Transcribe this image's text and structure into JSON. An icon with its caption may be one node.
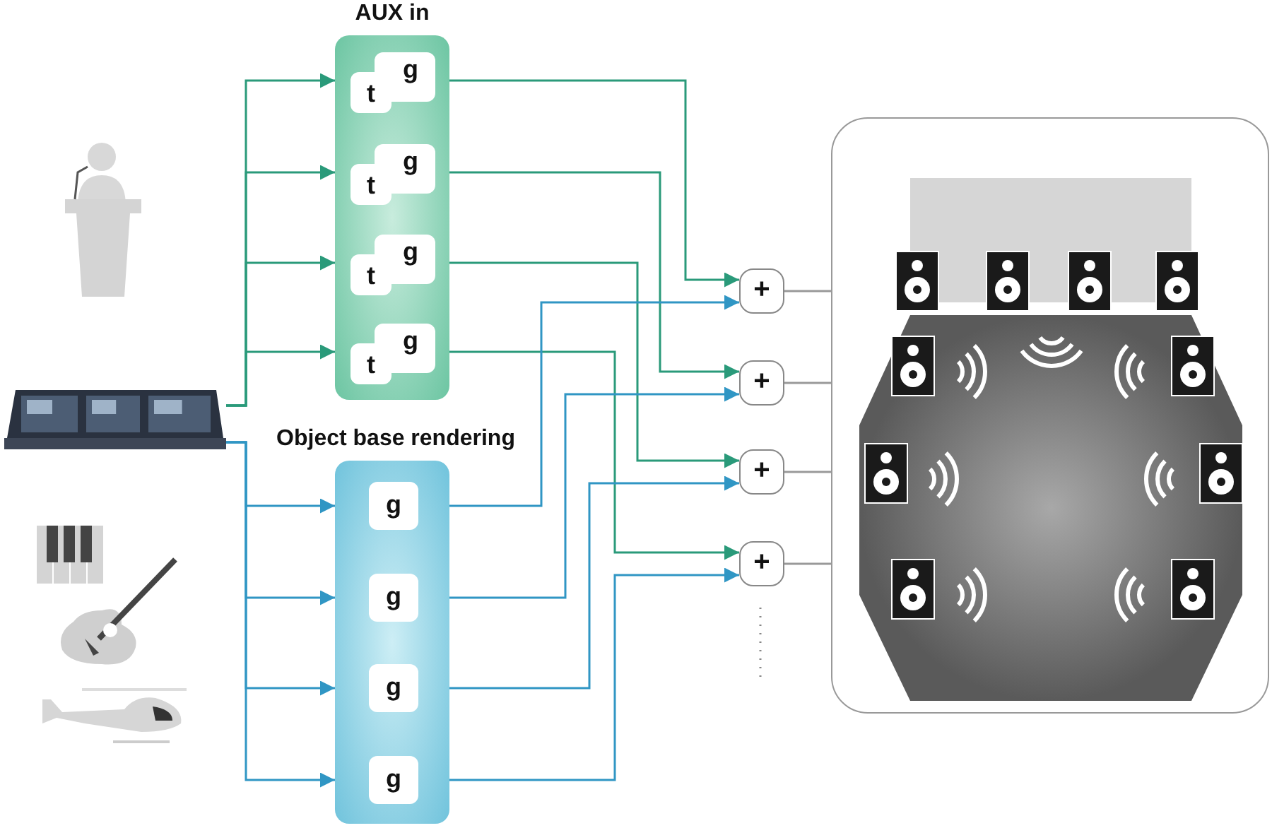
{
  "diagram": {
    "nodes": [
      {
        "text": [
          "AUX in"
        ]
      },
      {
        "text": [
          "t",
          "g"
        ],
        "in": 0
      },
      {
        "text": [
          "t",
          "g"
        ],
        "in": 0
      },
      {
        "text": [
          "t",
          "g"
        ],
        "in": 0
      },
      {
        "text": [
          "t",
          "g"
        ],
        "in": 0
      },
      {
        "text": [
          "Object base rendering"
        ]
      },
      {
        "text": [
          "g"
        ],
        "in": 5
      },
      {
        "text": [
          "g"
        ],
        "in": 5
      },
      {
        "text": [
          "g"
        ],
        "in": 5
      },
      {
        "text": [
          "g"
        ],
        "in": 5
      },
      {
        "text": [
          "+"
        ]
      },
      {
        "text": [
          "+"
        ]
      },
      {
        "text": [
          "+"
        ]
      },
      {
        "text": [
          "+"
        ]
      },
      {
        "text": [],
        "shape": "picture"
      },
      {
        "text": [],
        "shape": "box"
      }
    ],
    "edges": [
      {
        "from": 14,
        "to": 1,
        "arrow": "to",
        "color": "#2a9a7a"
      },
      {
        "from": 14,
        "to": 2,
        "arrow": "to",
        "color": "#2a9a7a"
      },
      {
        "from": 14,
        "to": 3,
        "arrow": "to",
        "color": "#2a9a7a"
      },
      {
        "from": 14,
        "to": 4,
        "arrow": "to",
        "color": "#2a9a7a"
      },
      {
        "from": 14,
        "to": 6,
        "arrow": "to",
        "color": "#3096c4"
      },
      {
        "from": 14,
        "to": 7,
        "arrow": "to",
        "color": "#3096c4"
      },
      {
        "from": 14,
        "to": 8,
        "arrow": "to",
        "color": "#3096c4"
      },
      {
        "from": 14,
        "to": 9,
        "arrow": "to",
        "color": "#3096c4"
      },
      {
        "from": 1,
        "to": 10,
        "arrow": "to",
        "color": "#2a9a7a"
      },
      {
        "from": 2,
        "to": 11,
        "arrow": "to",
        "color": "#2a9a7a"
      },
      {
        "from": 3,
        "to": 12,
        "arrow": "to",
        "color": "#2a9a7a"
      },
      {
        "from": 4,
        "to": 13,
        "arrow": "to",
        "color": "#2a9a7a"
      },
      {
        "from": 6,
        "to": 10,
        "arrow": "to",
        "color": "#3096c4"
      },
      {
        "from": 7,
        "to": 11,
        "arrow": "to",
        "color": "#3096c4"
      },
      {
        "from": 8,
        "to": 12,
        "arrow": "to",
        "color": "#3096c4"
      },
      {
        "from": 9,
        "to": 13,
        "arrow": "to",
        "color": "#3096c4"
      },
      {
        "from": 10,
        "to": 15,
        "arrow": "none",
        "color": "#999999"
      },
      {
        "from": 11,
        "to": 15,
        "arrow": "none",
        "color": "#999999"
      },
      {
        "from": 12,
        "to": 15,
        "arrow": "none",
        "color": "#999999"
      },
      {
        "from": 13,
        "to": 15,
        "arrow": "none",
        "color": "#999999"
      }
    ]
  }
}
